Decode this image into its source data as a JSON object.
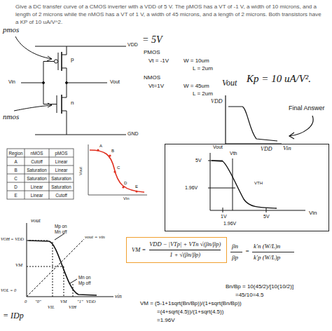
{
  "diagram": {
    "nodes": [
      {
        "text": [
          "VM =",
          "VDD − |VTp| + VTn √(βn/βp)",
          "1 + √(βn/βp)"
        ]
      },
      {
        "text": [
          "Vout",
          "5V",
          "Vth",
          "1.96V",
          "VTH",
          "1V",
          "1.96V",
          "5V",
          "Vin"
        ]
      }
    ],
    "labels": [
      "Give a DC transfer curve of a CMOS inverter with a VDD of 5 V. The pMOS has a VT of -1 V, a width of 10 microns, and a length of 2 microns while the nMOS has a VT of 1 V, a width of 45 microns, and a length of 2 microns. Both transistors have a KP of 10 uA/V^2.",
      "pmos",
      "nmos",
      "= 5V",
      "VDD",
      "p",
      "Vin",
      "Vout",
      "n",
      "GND",
      "PMOS",
      "Vt = -1V",
      "W = 10um",
      "L = 2um",
      "NMOS",
      "Vt=1V",
      "W = 45um",
      "L = 2um",
      "Vout",
      "Kp = 10 uA/V².",
      "VDD",
      "VDD",
      "Vin",
      "Final Answer",
      "Region",
      "nMOS",
      "pMOS",
      "A",
      "Cutoff",
      "Linear",
      "B",
      "Saturation",
      "Linear",
      "C",
      "Saturation",
      "Saturation",
      "D",
      "Linear",
      "Saturation",
      "E",
      "Linear",
      "Cutoff",
      "A",
      "B",
      "C",
      "D",
      "E",
      "Vout",
      "Vin",
      "vout",
      "VOH = VDD",
      "Mp on",
      "Mn off",
      "vout = vin",
      "VM",
      "Mn on",
      "Mp off",
      "VOL = 0",
      "0",
      "\"0\"",
      "VIL",
      "VM",
      "VIH",
      "\"1\"",
      "VDD",
      "vin",
      "= IDp",
      "βn",
      "βp",
      "=",
      "k'n (W/L)n",
      "k'p (W/L)p",
      "Bn/Bp = 10(45/2)/[10(10/2)]",
      "=45/10=4.5",
      "VM = (5-1+1sqrt(Bn/Bp))/(1+sqrt(Bn/Bp))",
      "=(4+sqrt(4.5))/(1+sqrt(4.5))",
      "=1.96V"
    ]
  }
}
